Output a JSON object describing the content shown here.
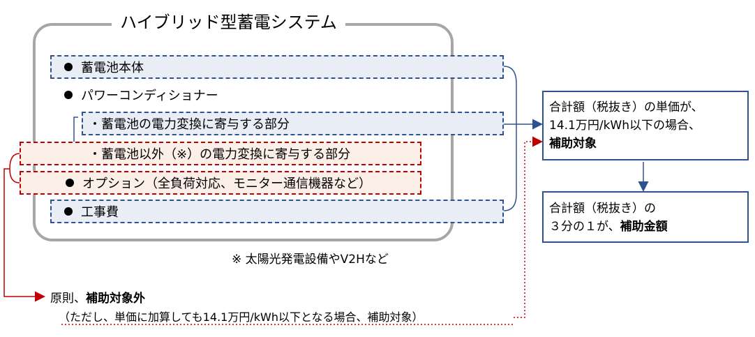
{
  "system": {
    "title": "ハイブリッド型蓄電システム"
  },
  "items": {
    "battery_body": "蓄電池本体",
    "power_conditioner": "パワーコンディショナー",
    "pcs_battery_part": "・蓄電池の電力変換に寄与する部分",
    "pcs_other_part": "・蓄電池以外（※）の電力変換に寄与する部分",
    "options": "オプション（全負荷対応、モニター通信機器など）",
    "construction": "工事費"
  },
  "footnote": "※ 太陽光発電設備やV2Hなど",
  "result_top": {
    "line1": "合計額（税抜き）の単価が、",
    "line2": "14.1万円/kWh以下の場合、",
    "line3_bold": "補助対象"
  },
  "result_bottom": {
    "line1": "合計額（税抜き）の",
    "line2_prefix": "３分の１が、",
    "line2_bold": "補助金額"
  },
  "bottom_note": {
    "line1_prefix": "原則、",
    "line1_bold": "補助対象外",
    "line2": "（ただし、単価に加算しても14.1万円/kWh以下となる場合、補助対象）"
  },
  "colors": {
    "blue": "#2f528f",
    "red": "#c00000",
    "frame_gray": "#a6a6a6",
    "blue_fill": "#e9edf5",
    "red_fill": "#fbefe8"
  }
}
